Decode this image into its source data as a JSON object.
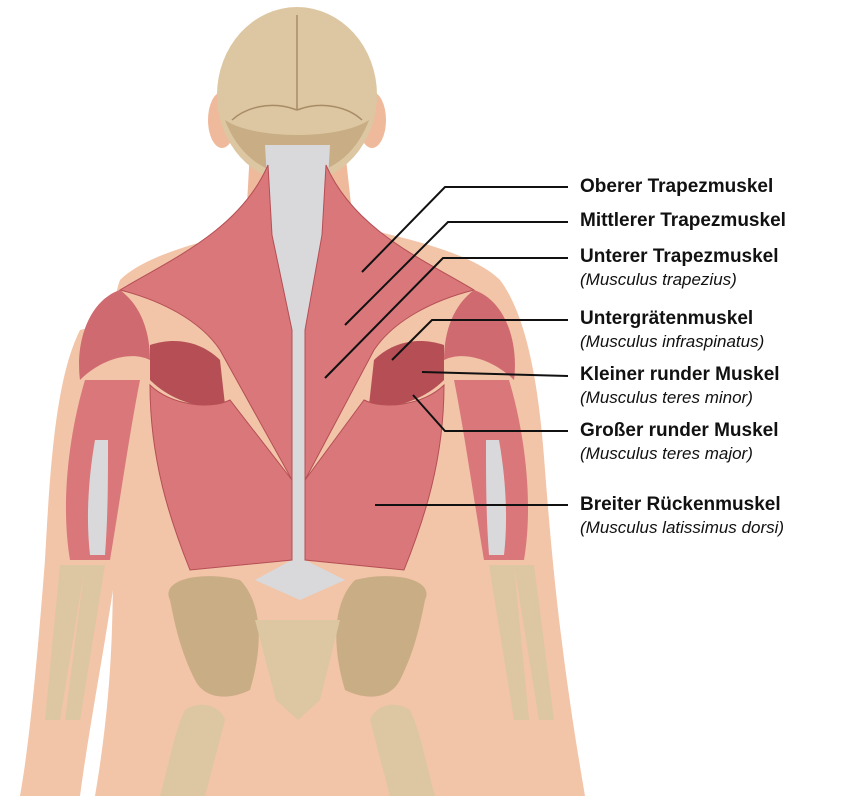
{
  "diagram": {
    "colors": {
      "skin": "#f2c4a8",
      "skin_shade": "#e7a98a",
      "muscle": "#d9777a",
      "muscle_dark": "#b54f55",
      "tendon": "#d9d9dc",
      "bone": "#c9ad85",
      "bone_light": "#dcc7a2",
      "leader_line": "#111111"
    },
    "labels": [
      {
        "title": "Oberer Trapezmuskel",
        "latin": ""
      },
      {
        "title": "Mittlerer Trapezmuskel",
        "latin": ""
      },
      {
        "title": "Unterer Trapezmuskel",
        "latin": "(Musculus trapezius)"
      },
      {
        "title": "Untergrätenmuskel",
        "latin": "(Musculus infraspinatus)"
      },
      {
        "title": "Kleiner runder Muskel",
        "latin": "(Musculus teres minor)"
      },
      {
        "title": "Großer runder Muskel",
        "latin": "(Musculus teres major)"
      },
      {
        "title": "Breiter Rückenmuskel",
        "latin": "(Musculus latissimus dorsi)"
      }
    ]
  }
}
